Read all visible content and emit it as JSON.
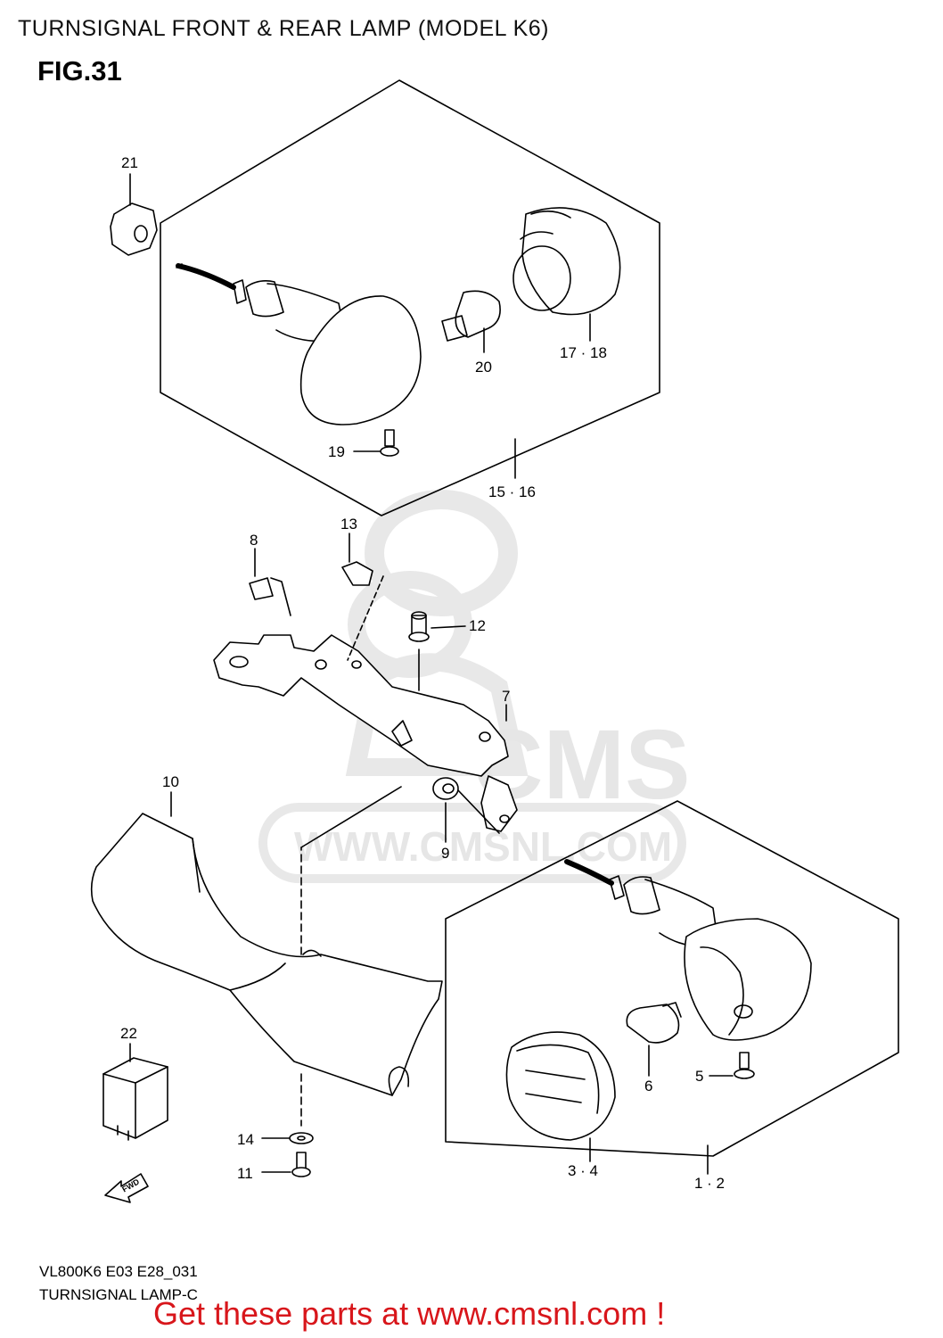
{
  "header": {
    "title": "TURNSIGNAL FRONT & REAR LAMP (MODEL K6)",
    "figure": "FIG.31"
  },
  "callouts": {
    "c21": "21",
    "c20": "20",
    "c17_18": "17 · 18",
    "c19": "19",
    "c15_16": "15 · 16",
    "c8": "8",
    "c13": "13",
    "c12": "12",
    "c7": "7",
    "c10": "10",
    "c9": "9",
    "c22": "22",
    "c14": "14",
    "c11": "11",
    "c5": "5",
    "c6": "6",
    "c3_4": "3 · 4",
    "c1_2": "1 · 2"
  },
  "fwd_marker": "FWD",
  "watermark": {
    "brand": "CMS",
    "site": "WWW.CMSNL.COM"
  },
  "footer": {
    "code": "VL800K6 E03 E28_031",
    "name": "TURNSIGNAL LAMP-C",
    "cta": "Get these parts at www.cmsnl.com !"
  },
  "colors": {
    "line": "#000000",
    "watermark": "#e6e6e6",
    "cta": "#d8161b"
  }
}
